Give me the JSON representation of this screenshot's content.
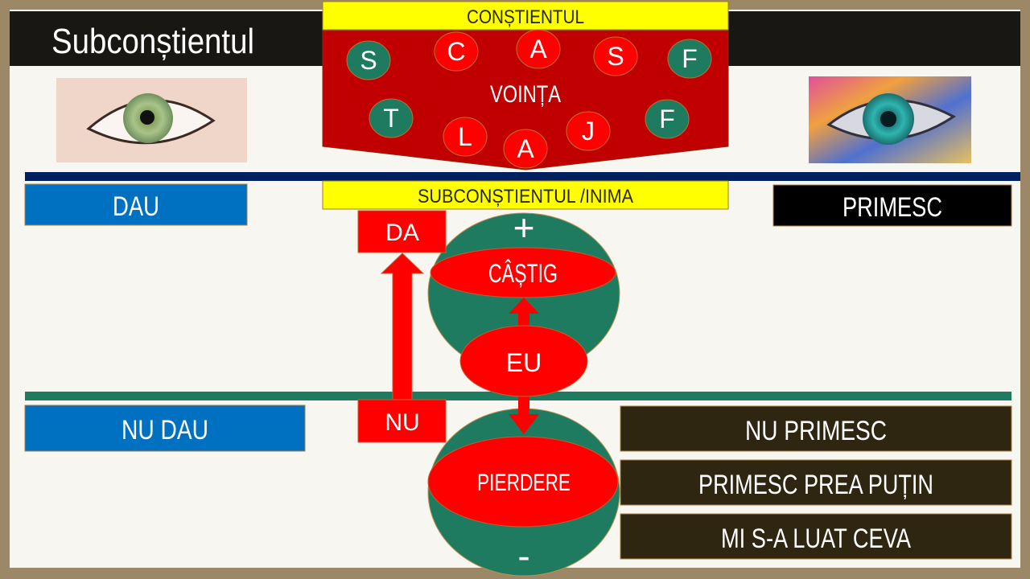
{
  "title": "Subconștientul",
  "top_box": "CONȘTIENTUL",
  "will": {
    "label": "VOINȚA",
    "circles": [
      {
        "letter": "S",
        "color": "#1e7b5f"
      },
      {
        "letter": "C",
        "color": "#ff0000"
      },
      {
        "letter": "A",
        "color": "#ff0000"
      },
      {
        "letter": "S",
        "color": "#ff0000"
      },
      {
        "letter": "F",
        "color": "#1e7b5f"
      },
      {
        "letter": "T",
        "color": "#1e7b5f"
      },
      {
        "letter": "L",
        "color": "#ff0000"
      },
      {
        "letter": "A",
        "color": "#ff0000"
      },
      {
        "letter": "J",
        "color": "#ff0000"
      },
      {
        "letter": "F",
        "color": "#1e7b5f"
      }
    ]
  },
  "mid_box": "SUBCONȘTIENTUL /INIMA",
  "left": {
    "give": "DAU",
    "not_give": "NU DAU"
  },
  "right": {
    "receive": "PRIMESC",
    "outcomes": [
      "NU PRIMESC",
      "PRIMESC PREA PUȚIN",
      "MI S-A LUAT CEVA"
    ]
  },
  "center": {
    "yes": "DA",
    "no": "NU",
    "gain": "CÂȘTIG",
    "self": "EU",
    "loss": "PIERDERE",
    "plus": "+",
    "minus": "-"
  },
  "colors": {
    "red": "#ff0000",
    "dark_red": "#c00000",
    "green": "#1e7b5f",
    "yellow": "#ffff00",
    "blue": "#0070c0",
    "navy": "#002060",
    "brown": "#2e2610"
  }
}
